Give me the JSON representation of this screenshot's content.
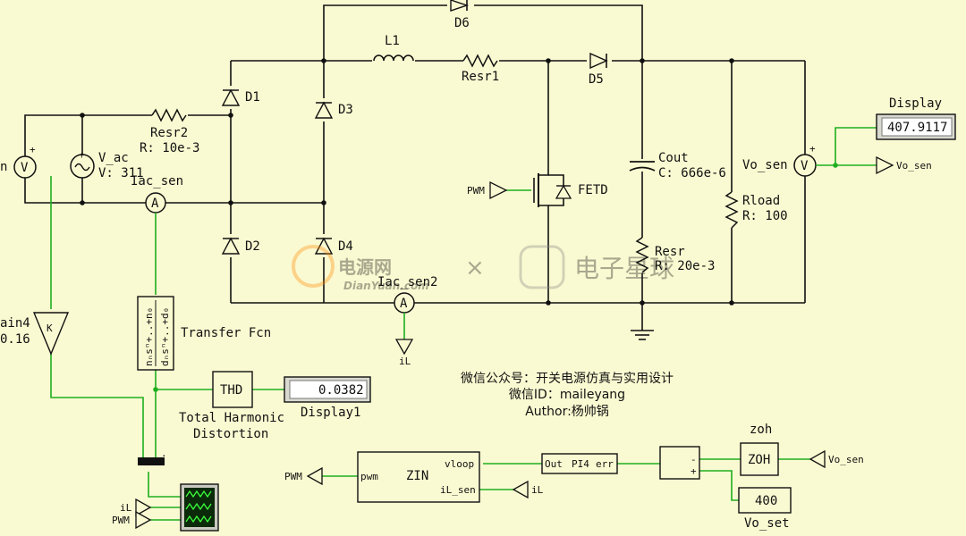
{
  "diagram": {
    "background": "#fafad2",
    "wire_color": "#111111",
    "signal_color": "#1fae1f",
    "components": {
      "d6": "D6",
      "l1": "L1",
      "resr1": "Resr1",
      "d5": "D5",
      "d1": "D1",
      "d3": "D3",
      "d2": "D2",
      "d4": "D4",
      "resr2_name": "Resr2",
      "resr2_value": "R: 10e-3",
      "vac_name": "V_ac",
      "vac_value": "V: 311",
      "iac_sen": "Iac_sen",
      "iac_sen2": "Iac_sen2",
      "cout_name": "Cout",
      "cout_value": "C: 666e-6",
      "resr_name": "Resr",
      "resr_value": "R: 20e-3",
      "rload_name": "Rload",
      "rload_value": "R: 100",
      "fetd": "FETD",
      "vo_sen": "Vo_sen",
      "display_title": "Display",
      "display_value": "407.9117",
      "display1_title": "Display1",
      "display1_value": "0.0382",
      "gain_name_partial": "ain4",
      "gain_value_partial": "0.16",
      "gain_symbol": "K",
      "vin_partial": "n",
      "tf_label": "Transfer Fcn",
      "tf_num": "nₙsⁿ+..+n₀",
      "tf_den": "dₙsⁿ+..+d₀",
      "thd_block": "THD",
      "thd_caption_1": "Total Harmonic",
      "thd_caption_2": "Distortion",
      "zin_block": "ZIN",
      "zin_port_pwm": "pwm",
      "zin_port_vloop": "vloop",
      "zin_port_il": "iL_sen",
      "pi_block_out": "Out",
      "pi_block_name": "PI4",
      "pi_block_err": "err",
      "zoh_title": "zoh",
      "zoh_block": "ZOH",
      "vo_set_value": "400",
      "vo_set_title": "Vo_set",
      "sum_minus": "-",
      "sum_plus": "+",
      "v_symbol": "V",
      "a_symbol": "A"
    },
    "tags": {
      "pwm": "PWM",
      "il": "iL",
      "vo_sen": "Vo_sen"
    },
    "annotation": {
      "line1": "微信公众号：开关电源仿真与实用设计",
      "line2": "微信ID：maileyang",
      "line3": "Author:杨帅锅"
    },
    "watermarks": {
      "logo1_cn": "电源网",
      "logo1_en": "DianYuan.com",
      "separator": "×",
      "logo2_cn": "电子星球"
    }
  }
}
